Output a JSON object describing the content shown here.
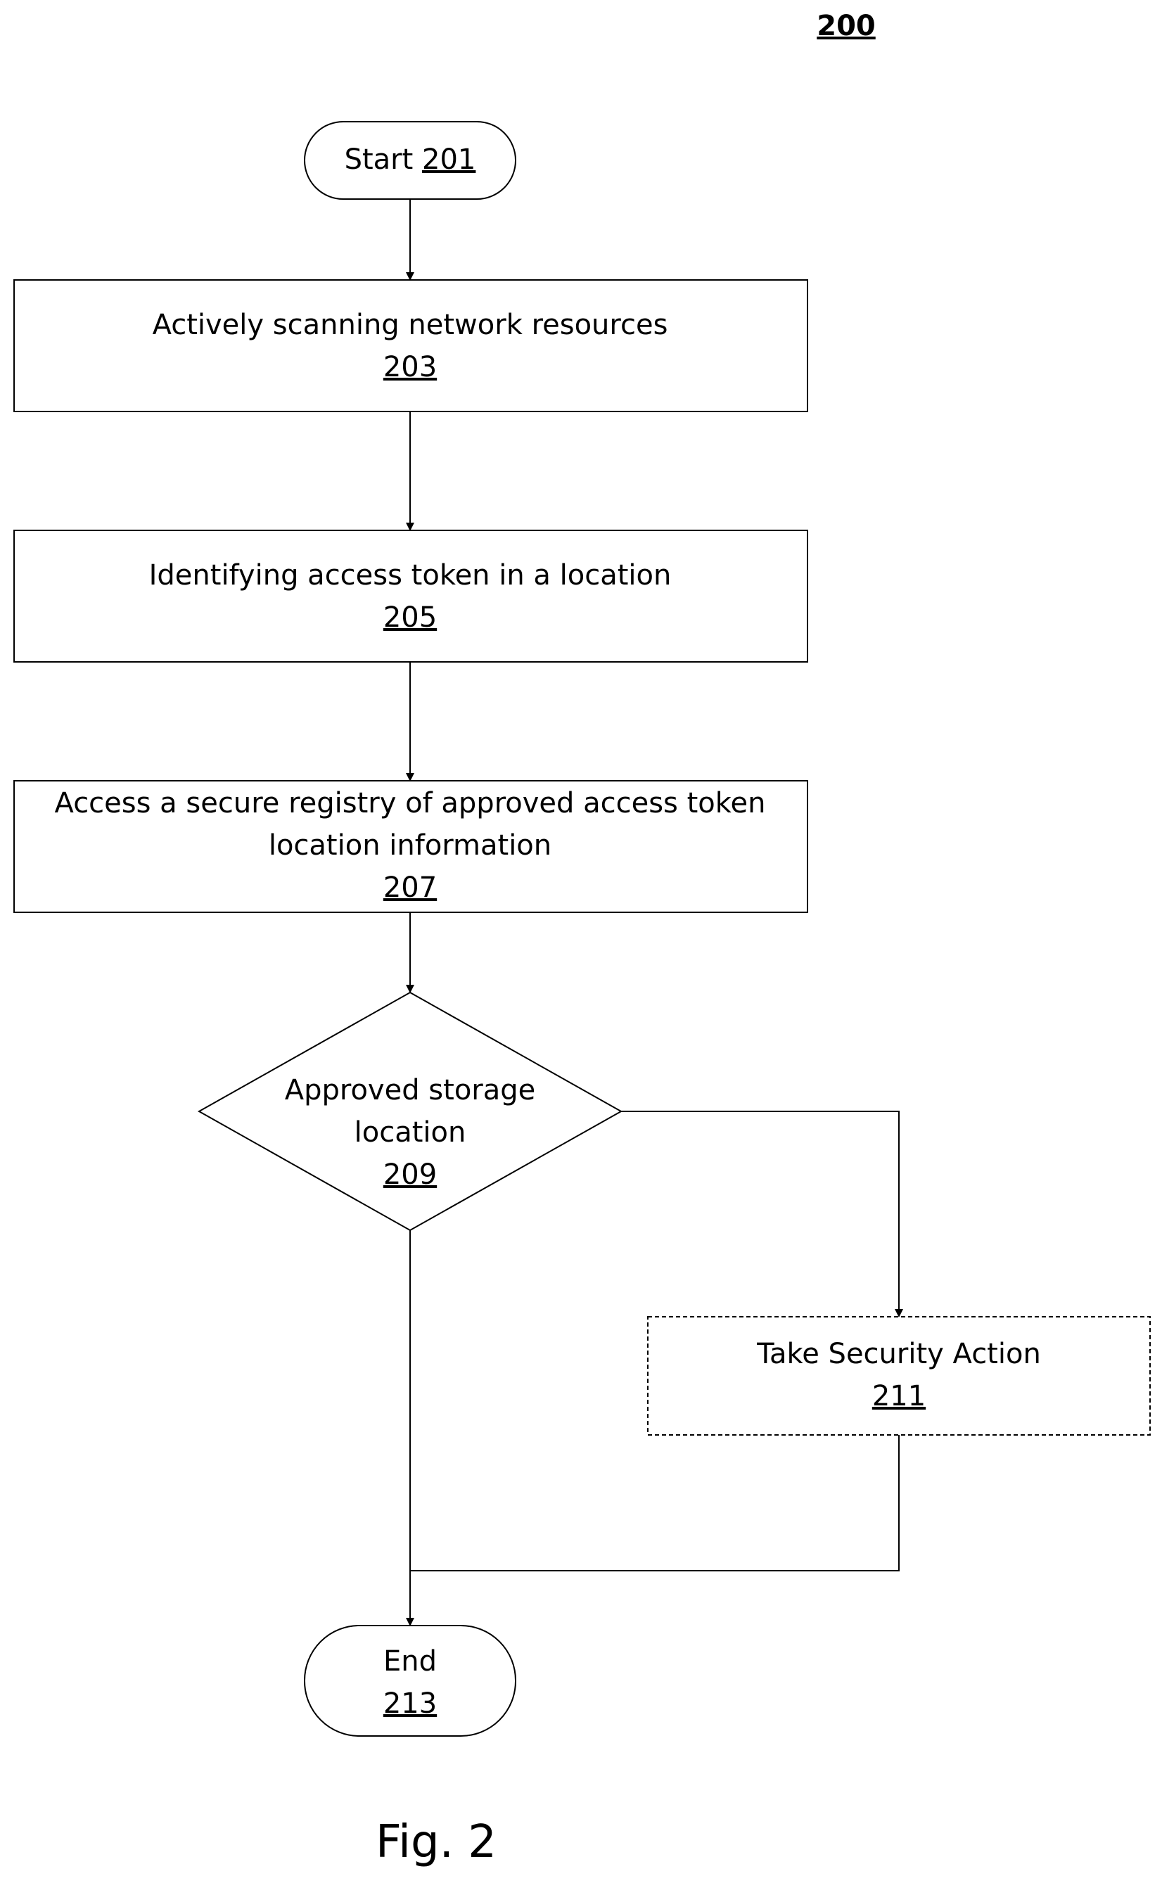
{
  "sheet_ref": "200",
  "nodes": {
    "start": {
      "label": "Start",
      "ref": "201"
    },
    "scan": {
      "label": "Actively scanning network resources",
      "ref": "203"
    },
    "identify": {
      "label": "Identifying access token in a location",
      "ref": "205"
    },
    "registry": {
      "line1": "Access a secure registry of approved access token",
      "line2": "location information",
      "ref": "207"
    },
    "decision": {
      "line1": "Approved storage",
      "line2": "location",
      "ref": "209"
    },
    "action": {
      "label": "Take Security Action",
      "ref": "211"
    },
    "end": {
      "label": "End",
      "ref": "213"
    }
  },
  "figure_caption": "Fig. 2"
}
